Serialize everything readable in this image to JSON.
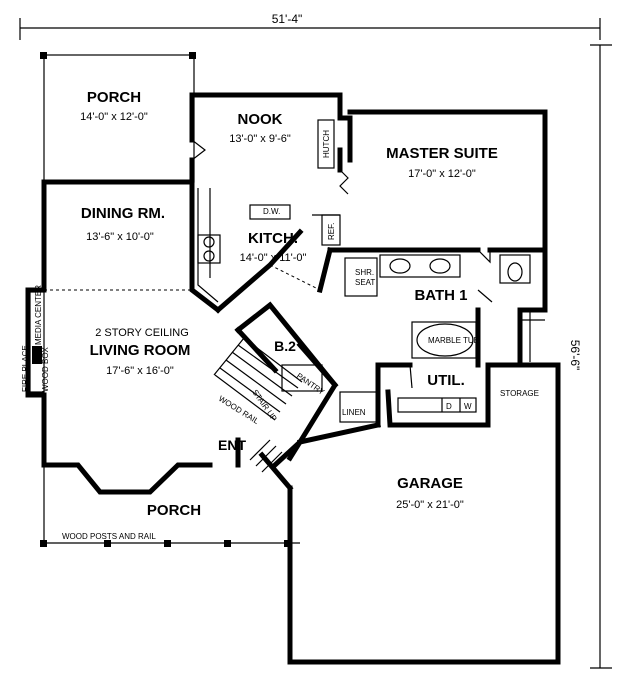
{
  "plan": {
    "overall_width": "51'-4\"",
    "overall_depth": "56'-6\"",
    "rooms": {
      "porch_top": {
        "name": "PORCH",
        "dims": "14'-0\" x 12'-0\""
      },
      "nook": {
        "name": "NOOK",
        "dims": "13'-0\" x 9'-6\""
      },
      "master_suite": {
        "name": "MASTER SUITE",
        "dims": "17'-0\" x 12'-0\""
      },
      "dining": {
        "name": "DINING RM.",
        "dims": "13'-6\" x 10'-0\""
      },
      "kitchen": {
        "name": "KITCH.",
        "dims": "14'-0\" x 11'-0\""
      },
      "bath1": {
        "name": "BATH 1"
      },
      "living": {
        "name": "LIVING ROOM",
        "note": "2 STORY CEILING",
        "dims": "17'-6\" x 16'-0\""
      },
      "bath2": {
        "name": "B.2"
      },
      "util": {
        "name": "UTIL."
      },
      "entry": {
        "name": "ENT"
      },
      "porch_bottom": {
        "name": "PORCH",
        "note": "WOOD POSTS AND RAIL"
      },
      "garage": {
        "name": "GARAGE",
        "dims": "25'-0\" x 21'-0\""
      }
    },
    "labels": {
      "hutch": "HUTCH",
      "dw": "D.W.",
      "ref": "REF.",
      "shr": "SHR.",
      "seat": "SEAT",
      "media_center": "MEDIA CENTER",
      "fireplace": "FIRE PLACE",
      "wood_box": "WOOD BOX",
      "marble_tub": "MARBLE TUB",
      "stair_up": "STAIR UP",
      "pantry": "PANTRY",
      "wood_rail": "WOOD RAIL",
      "linen": "LINEN",
      "storage": "STORAGE",
      "d": "D",
      "w": "W"
    }
  }
}
